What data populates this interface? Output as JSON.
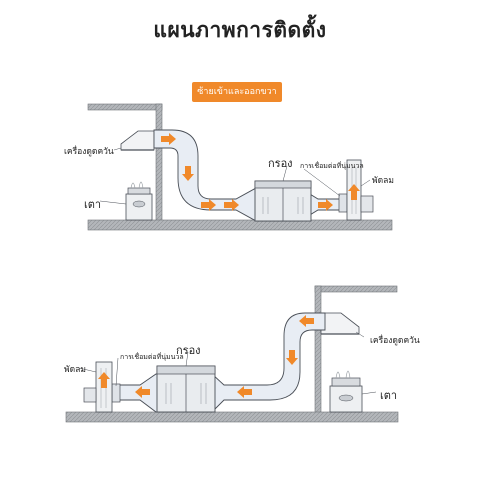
{
  "title": "แผนภาพการติดตั้ง",
  "direction_label": "ซ้ายเข้าและออกขวา",
  "top_diagram": {
    "hood_label": "เครื่องดูดควัน",
    "stove_label": "เตา",
    "filter_label": "กรอง",
    "connector_label": "การเชื่อมต่อที่นุ่มนวล",
    "fan_label": "พัดลม"
  },
  "bottom_diagram": {
    "hood_label": "เครื่องดูดควัน",
    "stove_label": "เตา",
    "filter_label": "กรอง",
    "connector_label": "การเชื่อมต่อที่นุ่มนวล",
    "fan_label": "พัดลม"
  },
  "colors": {
    "arrow": "#f0892a",
    "duct": "#e8edf4",
    "outline": "#4a4f57",
    "floor": "#a9acb0",
    "wall": "#8e9196"
  }
}
